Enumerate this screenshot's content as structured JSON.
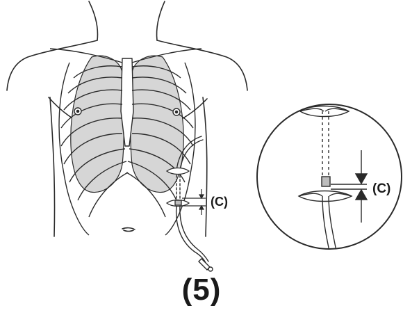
{
  "figure": {
    "step_label": "(5)",
    "body_callout": "(C)",
    "detail_callout": "(C)"
  },
  "colors": {
    "line": "#2a2a2a",
    "lung_fill": "#d6d6d6",
    "background": "#ffffff"
  },
  "icons": {
    "torso": "torso-illustration",
    "lungs": "lung-shape",
    "ribcage": "ribcage-outline",
    "catheter": "catheter-tube",
    "cuff": "tunnel-cuff-marker",
    "magnifier": "detail-magnifier-circle"
  }
}
